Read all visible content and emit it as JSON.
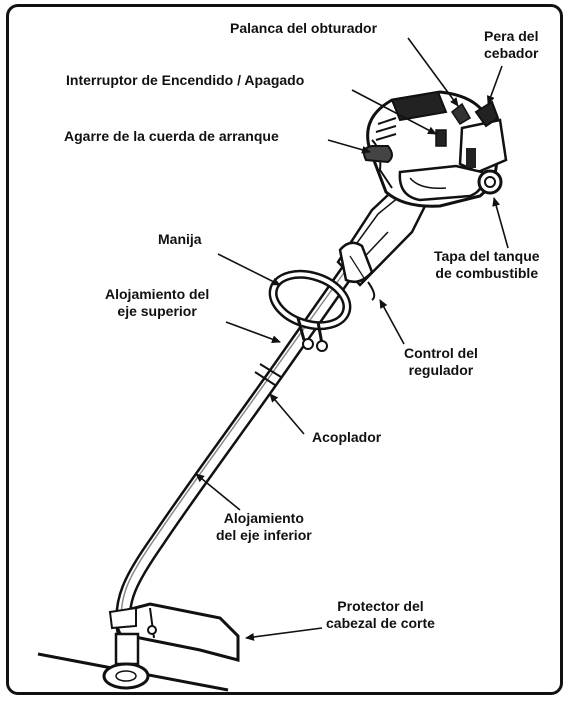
{
  "diagram": {
    "labels": {
      "throttle_lever": "Palanca del obturador",
      "primer_bulb": [
        "Pera del",
        "cebador"
      ],
      "on_off_switch": "Interruptor de Encendido / Apagado",
      "starter_rope_grip": "Agarre de la cuerda de arranque",
      "handle": "Manija",
      "upper_shaft_housing": [
        "Alojamiento del",
        "eje superior"
      ],
      "fuel_tank_cap": [
        "Tapa del tanque",
        "de combustible"
      ],
      "throttle_control": [
        "Control del",
        "regulador"
      ],
      "coupler": "Acoplador",
      "lower_shaft_housing": [
        "Alojamiento",
        "del eje inferior"
      ],
      "cutting_head_guard": [
        "Protector del",
        "cabezal de corte"
      ]
    }
  }
}
